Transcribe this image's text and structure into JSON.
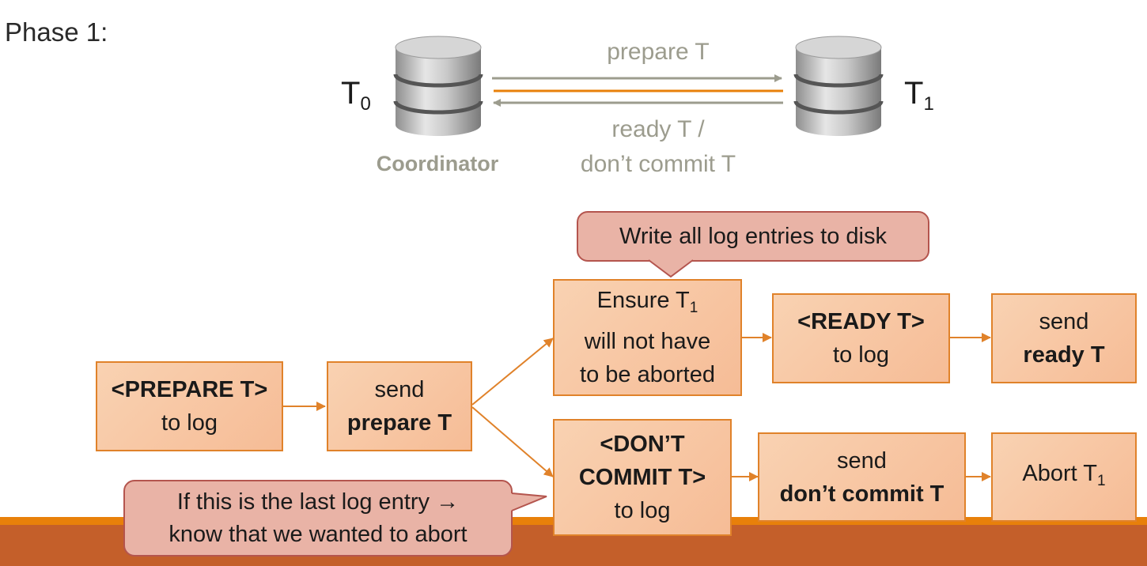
{
  "heading": "Phase 1:",
  "coordinator_label": "Coordinator",
  "nodes": {
    "t0": {
      "letter": "T",
      "sub": "0"
    },
    "t1": {
      "letter": "T",
      "sub": "1"
    }
  },
  "messages": {
    "prepare": "prepare T",
    "ready_line1": "ready T /",
    "ready_line2": "don’t commit T"
  },
  "flow": {
    "prepare_log": {
      "line1": "<PREPARE T>",
      "line2": "to log"
    },
    "send_prepare": {
      "line1": "send",
      "line2": "prepare T"
    },
    "ensure": {
      "line1": "Ensure T",
      "line1_sub": "1",
      "line2": "will not have",
      "line3": "to be aborted"
    },
    "ready_log": {
      "line1": "<READY T>",
      "line2": "to log"
    },
    "send_ready": {
      "line1": "send",
      "line2": "ready T"
    },
    "dont_commit_log": {
      "line1": "<DON’T",
      "line2": "COMMIT T>",
      "line3": "to log"
    },
    "send_dont_commit": {
      "line1": "send",
      "line2": "don’t commit T"
    },
    "abort": {
      "text": "Abort T",
      "sub": "1"
    }
  },
  "callouts": {
    "write_log": "Write all log entries to disk",
    "last_entry_line1": "If this is the last log entry →",
    "last_entry_line2": "know that we wanted to abort"
  },
  "colors": {
    "box_fill": "#f7c6a3",
    "box_border": "#e0822a",
    "arrow": "#e0822a",
    "callout_fill": "#e9b3a6",
    "callout_border": "#b4554e",
    "message_text": "#9c9c8e",
    "footer_orange": "#e8800a",
    "footer_rust": "#c45f2a"
  }
}
